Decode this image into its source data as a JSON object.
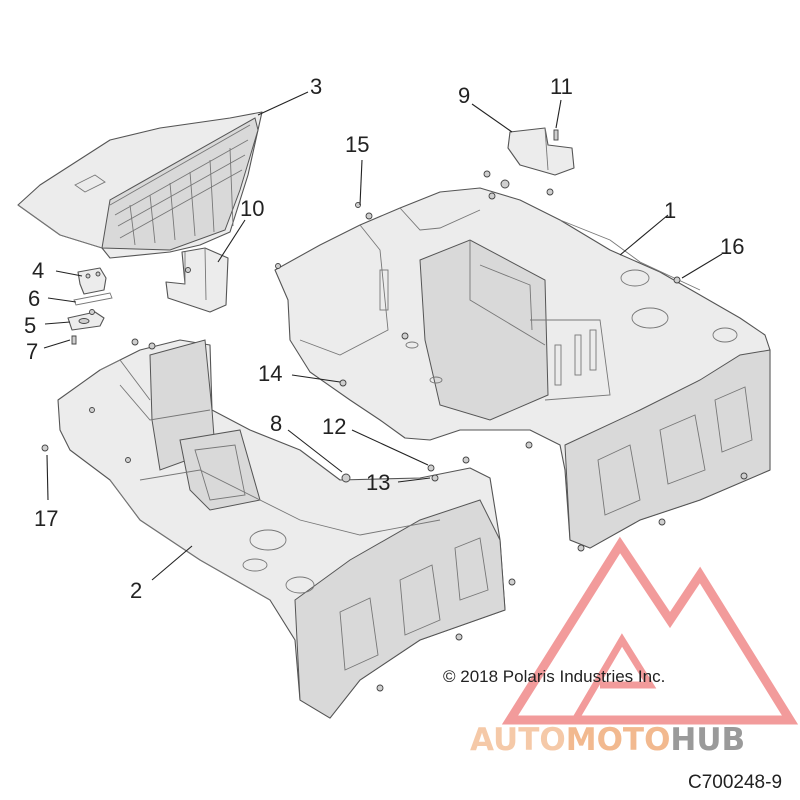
{
  "callouts": [
    {
      "label": "1"
    },
    {
      "label": "2"
    },
    {
      "label": "3"
    },
    {
      "label": "4"
    },
    {
      "label": "5"
    },
    {
      "label": "6"
    },
    {
      "label": "7"
    },
    {
      "label": "8"
    },
    {
      "label": "9"
    },
    {
      "label": "10"
    },
    {
      "label": "11"
    },
    {
      "label": "12"
    },
    {
      "label": "13"
    },
    {
      "label": "14"
    },
    {
      "label": "15"
    },
    {
      "label": "16"
    },
    {
      "label": "17"
    }
  ],
  "copyright": "© 2018 Polaris Industries Inc.",
  "watermark": {
    "part1": "AUTO",
    "part2": "MOTO",
    "part3": "HUB",
    "color_light": "#f5c9a8",
    "color_accent": "#f2b98f",
    "color_hub": "#9a9a9a",
    "triangle_color": "#ee7a7a"
  },
  "diagram_code": "C700248-9"
}
